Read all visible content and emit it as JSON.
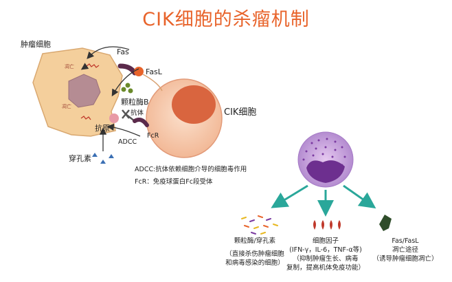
{
  "title": "CIK细胞的杀瘤机制",
  "labels": {
    "tumor_cell": "肿瘤细胞",
    "apoptosis_top": "凋亡",
    "apoptosis_bottom": "凋亡",
    "fas": "Fas",
    "fasl": "FasL",
    "granzyme_b": "颗粒酶B",
    "antibody": "抗体",
    "antigen": "抗原",
    "adcc": "ADCC",
    "fcr": "FcR",
    "perforin": "穿孔素",
    "cik_cell": "CIK细胞"
  },
  "legend": {
    "adcc_def": "ADCC:抗体依赖细胞介导的细胞毒作用",
    "fcr_def": "FcR：免疫球蛋白Fc段受体"
  },
  "outcomes": [
    {
      "title": "颗粒酶/穿孔素",
      "line1": "（直接杀伤肿瘤细胞",
      "line2": "和病毒感染的细胞）"
    },
    {
      "title": "细胞因子",
      "line1": "(IFN-γ，IL-6，TNF-α等)",
      "line2": "（抑制肿瘤生长、病毒",
      "line3": "复制，提高机体免疫功能）"
    },
    {
      "title": "Fas/FasL",
      "line1": "凋亡途径",
      "line2": "（诱导肿瘤细胞凋亡）"
    }
  ],
  "colors": {
    "title": "#e8632a",
    "tumor": "#f4cf9c",
    "cik": "#f6c6a8",
    "nucleus": "#d9653f",
    "arrow": "#2aa79a"
  }
}
